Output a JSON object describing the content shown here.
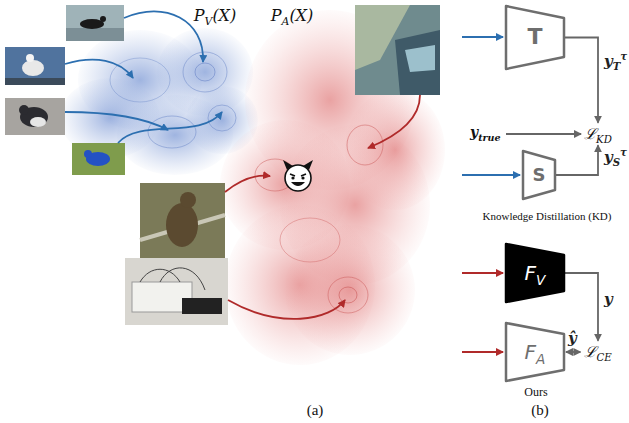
{
  "diagram": {
    "nodes": [
      {
        "text": [
          "T"
        ]
      },
      {
        "text": [
          "ℒKD"
        ]
      },
      {
        "text": [
          "S"
        ]
      },
      {
        "text": [
          "FV"
        ]
      },
      {
        "text": [
          "FA"
        ]
      },
      {
        "text": [
          "ℒCE"
        ]
      }
    ],
    "edges": [
      {
        "from": 0,
        "to": 1,
        "label": "yTτ",
        "arrow": "to"
      },
      {
        "from": 2,
        "to": 1,
        "label": "ySτ",
        "arrow": "to"
      },
      {
        "from": 3,
        "to": 5,
        "label": "y",
        "arrow": "to"
      },
      {
        "from": 4,
        "to": 5,
        "label": "ŷ",
        "arrow": "both"
      }
    ],
    "labels": [
      "PV(X)",
      "PA(X)",
      "ytrue",
      "Knowledge Distillation (KD)",
      "Ours",
      "(a)",
      "(b)"
    ]
  }
}
